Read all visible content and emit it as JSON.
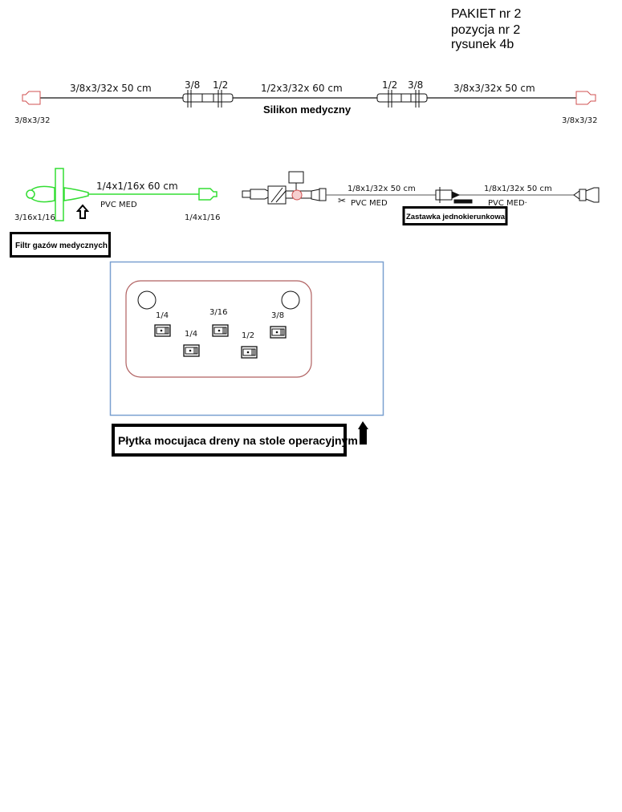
{
  "header": {
    "line1": "PAKIET nr 2",
    "line2": "pozycja nr 2",
    "line3": "rysunek 4b"
  },
  "row1": {
    "seg1": "3/8x3/32x  50  cm",
    "coupler1_a": "3/8",
    "coupler1_b": "1/2",
    "seg2": "1/2x3/32x  60  cm",
    "material": "Silikon medyczny",
    "coupler2_a": "1/2",
    "coupler2_b": "3/8",
    "seg3": "3/8x3/32x  50  cm",
    "end_left": "3/8x3/32",
    "end_right": "3/8x3/32"
  },
  "row2_left": {
    "seg": "1/4x1/16x  60  cm",
    "material": "PVC  MED",
    "end_left": "3/16x1/16",
    "end_right": "1/4x1/16",
    "callout": "Filtr gazów medycznych",
    "color": "#33dd33"
  },
  "row2_right": {
    "seg1": "1/8x1/32x  50  cm",
    "material1": "PVC  MED",
    "seg2": "1/8x1/32x  50  cm",
    "material2": "PVC  MED·",
    "callout": "Zastawka jednokierunkowa"
  },
  "plate": {
    "labels": [
      "1/4",
      "3/16",
      "3/8",
      "1/4",
      "1/2"
    ],
    "callout": "Płytka mocujaca dreny na stole operacyjnym"
  }
}
